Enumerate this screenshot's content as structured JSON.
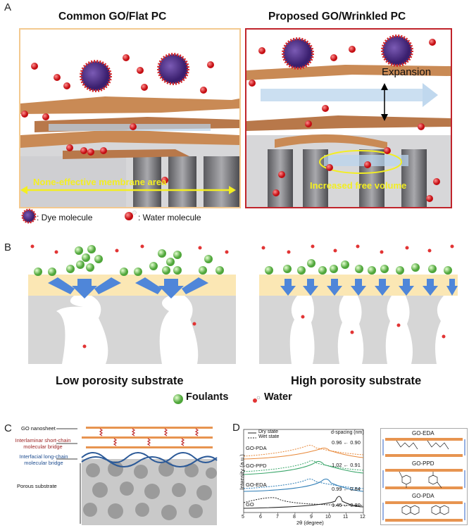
{
  "panels": {
    "a": "A",
    "b": "B",
    "c": "C",
    "d": "D"
  },
  "panel_a": {
    "left_title": "Common GO/Flat PC",
    "right_title": "Proposed GO/Wrinkled PC",
    "expansion": "Expansion",
    "none_effective": "None-effective membrane area",
    "free_volume": "Increased free volume",
    "legend_dye": ": Dye molecule",
    "legend_water": ": Water molecule"
  },
  "panel_b": {
    "low_porosity": "Low porosity substrate",
    "high_porosity": "High porosity substrate",
    "legend_foulants": "Foulants",
    "legend_water": "Water"
  },
  "panel_c": {
    "go_nanosheet": "GO nanosheet",
    "interlaminar": "Interlaminar short-chain molecular bridge",
    "interfacial": "Interfacial long-chain molecular bridge",
    "porous": "Porous substrate"
  },
  "panel_d": {
    "legend_dry": "Dry state",
    "legend_wet": "Wet state",
    "dspacing_title": "d-spacing (nm)",
    "ylabel": "Intensity (a.u.)",
    "xlabel": "2θ (degree)",
    "xticks": [
      "5",
      "6",
      "7",
      "8",
      "9",
      "10",
      "11",
      "12"
    ],
    "samples": [
      {
        "name": "GO-PDA",
        "dspacing": "0.96 ← 0.90"
      },
      {
        "name": "GO-PPD",
        "dspacing": "1.02 ← 0.91"
      },
      {
        "name": "GO-EDA",
        "dspacing": "0.99 ← 0.84"
      },
      {
        "name": "GO",
        "dspacing": "1.45 ← 0.80"
      }
    ],
    "structures": [
      "GO-EDA",
      "GO-PPD",
      "GO-PDA"
    ]
  }
}
